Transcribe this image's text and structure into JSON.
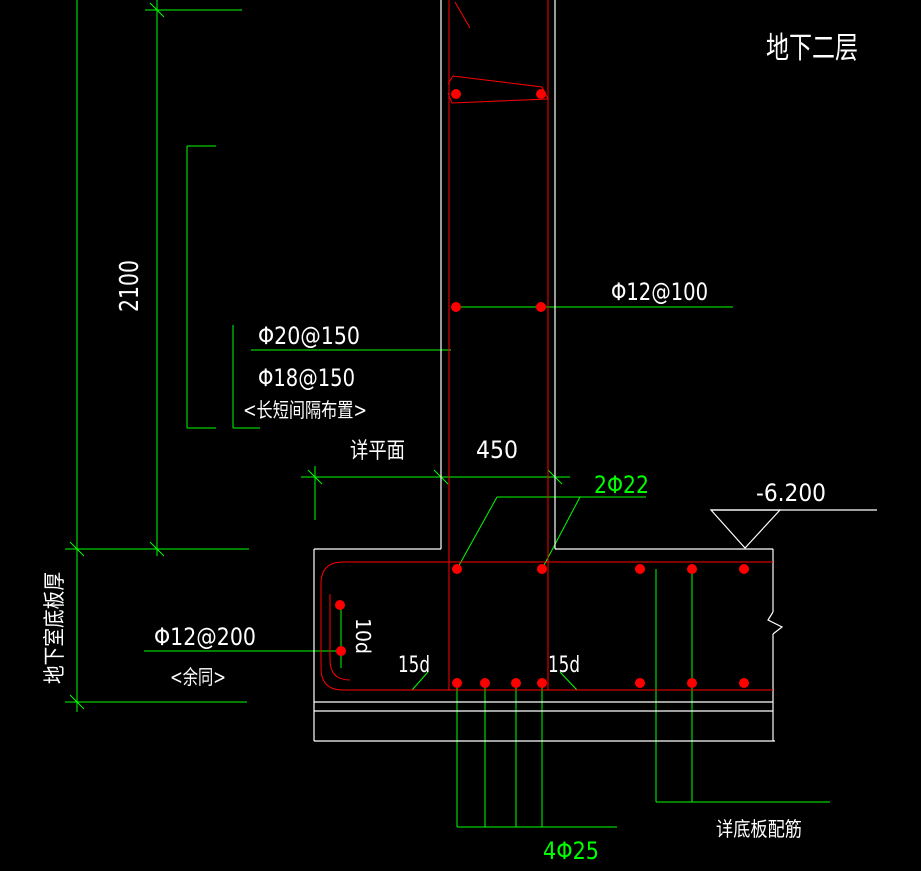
{
  "drawing": {
    "level_title": "地下二层",
    "dim_height": "2100",
    "dim_width": "450",
    "dim_15d_left": "15d",
    "dim_15d_right": "15d",
    "dim_10d": "10d",
    "elevation": "-6.200",
    "note_vertical_bars_1": "Φ20@150",
    "note_vertical_bars_2": "Φ18@150",
    "note_vertical_bars_3": "<长短间隔布置>",
    "note_see_plan": "详平面",
    "note_horizontal_bars": "Φ12@100",
    "note_top_bars": "2Φ22",
    "note_slab_bars_1": "Φ12@200",
    "note_slab_bars_2": "<余同>",
    "note_bottom_bars": "4Φ25",
    "note_see_slab": "详底板配筋",
    "note_slab_thickness": "地下室底板厚"
  },
  "colors": {
    "background": "#000000",
    "line": "#ffffff",
    "rebar": "#ff0000",
    "dimension": "#00ff00",
    "highlight_text": "#00ff00"
  }
}
